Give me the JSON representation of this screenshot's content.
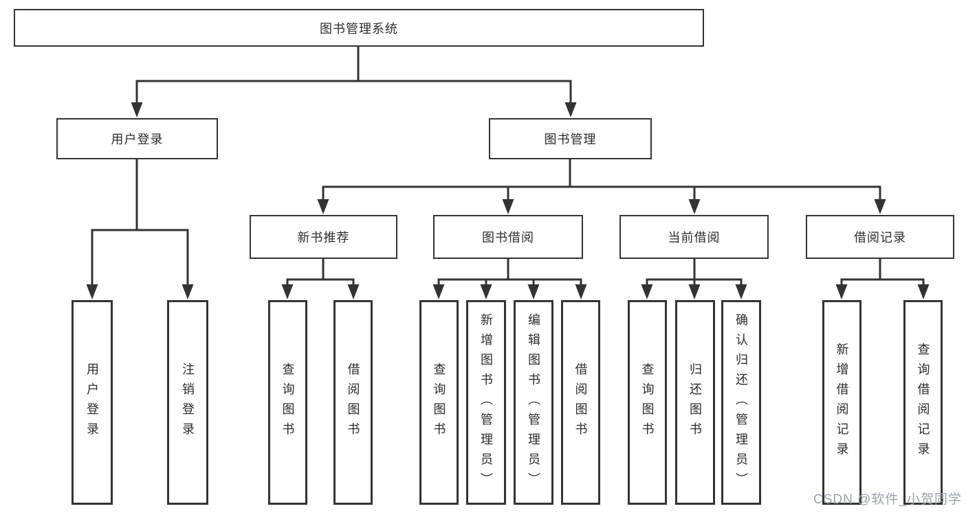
{
  "tree": {
    "label": "图书管理系统",
    "children": [
      {
        "label": "用户登录",
        "children": [
          {
            "label": "用户登录"
          },
          {
            "label": "注销登录"
          }
        ]
      },
      {
        "label": "图书管理",
        "children": [
          {
            "label": "新书推荐",
            "children": [
              {
                "label": "查询图书"
              },
              {
                "label": "借阅图书"
              }
            ]
          },
          {
            "label": "图书借阅",
            "children": [
              {
                "label": "查询图书"
              },
              {
                "label": "新增图书（管理员）"
              },
              {
                "label": "编辑图书（管理员）"
              },
              {
                "label": "借阅图书"
              }
            ]
          },
          {
            "label": "当前借阅",
            "children": [
              {
                "label": "查询图书"
              },
              {
                "label": "归还图书"
              },
              {
                "label": "确认归还（管理员）"
              }
            ]
          },
          {
            "label": "借阅记录",
            "children": [
              {
                "label": "新增借阅记录"
              },
              {
                "label": "查询借阅记录"
              }
            ]
          }
        ]
      }
    ]
  },
  "watermark": {
    "text": "CSDN @软件_小贺同学"
  },
  "colors": {
    "line": "#333333",
    "box_border": "#333333",
    "text": "#2b2b2b",
    "watermark": "#9aa1a9",
    "background": "#ffffff"
  }
}
